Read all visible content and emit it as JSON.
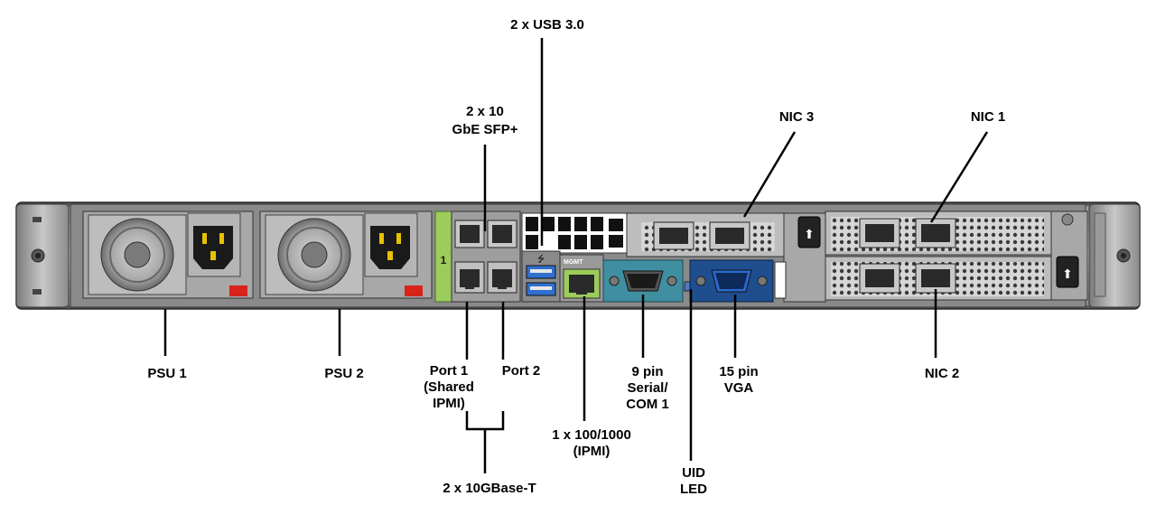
{
  "labels": {
    "usb": "2 x USB 3.0",
    "sfp_line1": "2 x 10",
    "sfp_line2": "GbE SFP+",
    "nic3": "NIC 3",
    "nic1": "NIC 1",
    "nic2": "NIC 2",
    "psu1": "PSU 1",
    "psu2": "PSU 2",
    "port1_line1": "Port 1",
    "port1_line2": "(Shared",
    "port1_line3": "IPMI)",
    "port2": "Port 2",
    "base_t": "2 x 10GBase-T",
    "ipmi_line1": "1 x 100/1000",
    "ipmi_line2": "(IPMI)",
    "serial_line1": "9 pin",
    "serial_line2": "Serial/",
    "serial_line3": "COM 1",
    "vga_line1": "15 pin",
    "vga_line2": "VGA",
    "uid_line1": "UID",
    "uid_line2": "LED"
  },
  "panel": {
    "mgmt_tag": "MGMT",
    "port_number": "1"
  },
  "colors": {
    "chassis": "#6f6f6f",
    "serial_port": "#3f8fa0",
    "vga_port": "#1f4e8f",
    "network_accent": "#9ccc5a",
    "usb_port": "#2f6fd0",
    "release_tab": "#d8231b"
  }
}
